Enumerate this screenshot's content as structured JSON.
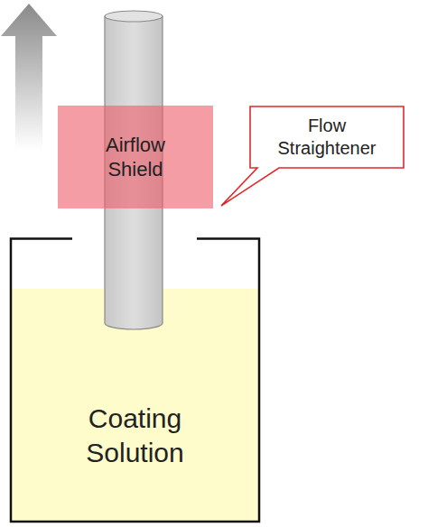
{
  "diagram": {
    "nodes": [
      {
        "text": [
          "Airflow Shield"
        ]
      },
      {
        "text": [
          "Flow Straightener"
        ]
      },
      {
        "text": [
          "Coating Solution"
        ]
      }
    ]
  }
}
